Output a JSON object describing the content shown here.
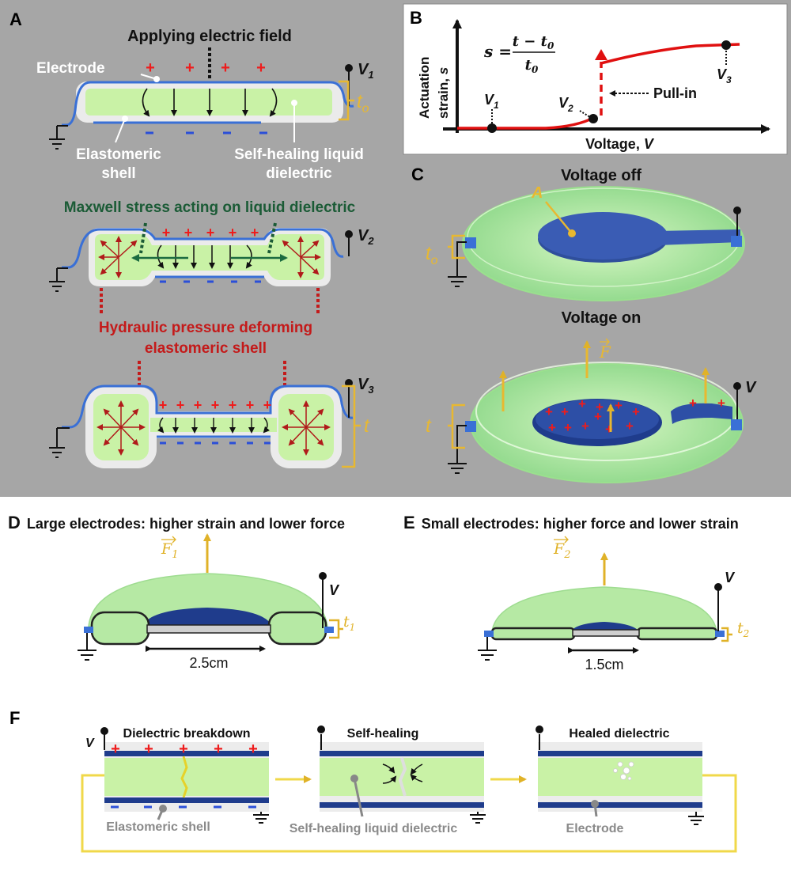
{
  "panels": {
    "A": {
      "letter": "A",
      "title": "Applying electric field",
      "electrode": "Electrode",
      "shell_1": "Elastomeric",
      "shell_2": "shell",
      "liquid_1": "Self-healing liquid",
      "liquid_2": "dielectric",
      "maxwell": "Maxwell stress acting on liquid dielectric",
      "hydraulic_1": "Hydraulic pressure deforming",
      "hydraulic_2": "elastomeric shell",
      "v1": "V",
      "v1_sub": "1",
      "v2": "V",
      "v2_sub": "2",
      "v3": "V",
      "v3_sub": "3",
      "t0": "t",
      "t0_sub": "o",
      "t": "t"
    },
    "B": {
      "letter": "B",
      "ylabel_1": "Actuation",
      "ylabel_2": "strain, ",
      "ylabel_var": "s",
      "xlabel": "Voltage, ",
      "xlabel_var": "V",
      "eq_lhs": "s =",
      "eq_num": "t − t",
      "eq_num_sub": "0",
      "eq_den": "t",
      "eq_den_sub": "0",
      "pull_in": "Pull-in",
      "v1": "V",
      "v1_sub": "1",
      "v2": "V",
      "v2_sub": "2",
      "v3": "V",
      "v3_sub": "3"
    },
    "C": {
      "letter": "C",
      "off": "Voltage off",
      "on": "Voltage on",
      "area": "A",
      "t0": "t",
      "t0_sub": "o",
      "t": "t",
      "force": "F",
      "v": "V"
    },
    "D": {
      "letter": "D",
      "title": "Large electrodes: higher strain and lower force",
      "force": "F",
      "force_sub": "1",
      "v": "V",
      "t": "t",
      "t_sub": "1",
      "size": "2.5cm"
    },
    "E": {
      "letter": "E",
      "title": "Small electrodes: higher force and lower strain",
      "force": "F",
      "force_sub": "2",
      "v": "V",
      "t": "t",
      "t_sub": "2",
      "size": "1.5cm"
    },
    "F": {
      "letter": "F",
      "step1": "Dielectric breakdown",
      "step2": "Self-healing",
      "step3": "Healed dielectric",
      "label1": "Elastomeric shell",
      "label2": "Self-healing liquid dielectric",
      "label3": "Electrode",
      "v": "V"
    }
  },
  "colors": {
    "background_top": "#a6a6a6",
    "liquid": "#c9f2a6",
    "shell": "#e8e8e8",
    "electrode": "#3a70d6",
    "plus": "#ee1c1c",
    "minus": "#2b4fd8",
    "maxwell": "#1b5b36",
    "hydraulic": "#c41a1a",
    "annotation": "#e8b830",
    "dark_blue": "#1f3c8c",
    "curve": "#e01010"
  }
}
